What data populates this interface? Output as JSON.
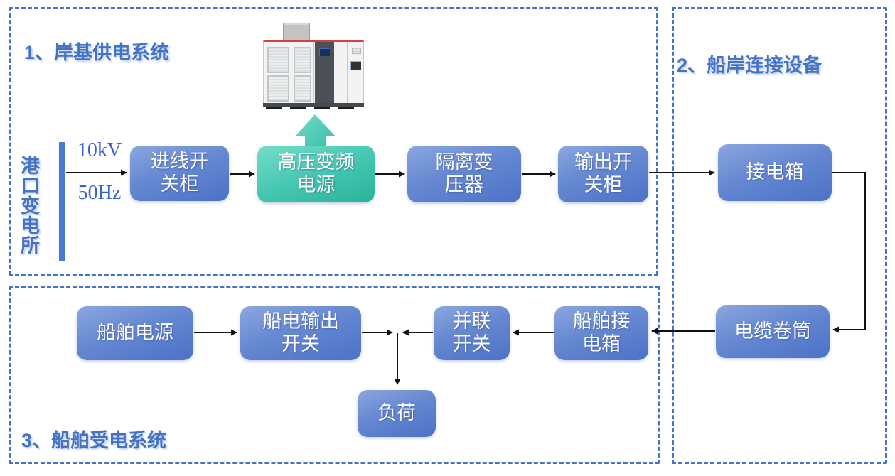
{
  "diagram": {
    "section1": {
      "title": "1、岸基供电系统"
    },
    "section2": {
      "title": "2、船岸连接设备"
    },
    "section3": {
      "title": "3、船舶受电系统"
    },
    "source": {
      "label": "港口变电所",
      "voltage": "10kV",
      "frequency": "50Hz"
    },
    "nodes": {
      "incoming_switchgear": {
        "label": "进线开\n关柜"
      },
      "hv_vfd_power": {
        "label": "高压变频\n电源"
      },
      "isolation_transformer": {
        "label": "隔离变\n压器"
      },
      "output_switchgear": {
        "label": "输出开\n关柜"
      },
      "shore_connection_box": {
        "label": "接电箱"
      },
      "cable_reel": {
        "label": "电缆卷筒"
      },
      "ship_power": {
        "label": "船舶电源"
      },
      "ship_output_switch": {
        "label": "船电输出\n开关"
      },
      "parallel_switch": {
        "label": "并联\n开关"
      },
      "ship_connection_box": {
        "label": "船舶接\n电箱"
      },
      "load": {
        "label": "负荷"
      }
    },
    "edges": [
      {
        "from": "港口变电所",
        "to": "进线开关柜"
      },
      {
        "from": "进线开关柜",
        "to": "高压变频电源"
      },
      {
        "from": "高压变频电源",
        "to": "隔离变压器"
      },
      {
        "from": "隔离变压器",
        "to": "输出开关柜"
      },
      {
        "from": "输出开关柜",
        "to": "接电箱"
      },
      {
        "from": "接电箱",
        "to": "电缆卷筒"
      },
      {
        "from": "电缆卷筒",
        "to": "船舶接电箱"
      },
      {
        "from": "船舶接电箱",
        "to": "并联开关"
      },
      {
        "from": "并联开关",
        "to": "负荷"
      },
      {
        "from": "船舶电源",
        "to": "船电输出开关"
      },
      {
        "from": "船电输出开关",
        "to": "负荷"
      }
    ],
    "colors": {
      "accent_blue": "#4472c4",
      "node_blue": "#5b7ed0",
      "node_teal": "#3dc2ac",
      "connector": "#111111",
      "cabinet_stripe_red": "#d84040"
    },
    "icons": {
      "cabinet": "hv-frequency-converter-cabinet-photo",
      "up_arrow": "teal-block-up-arrow"
    }
  }
}
